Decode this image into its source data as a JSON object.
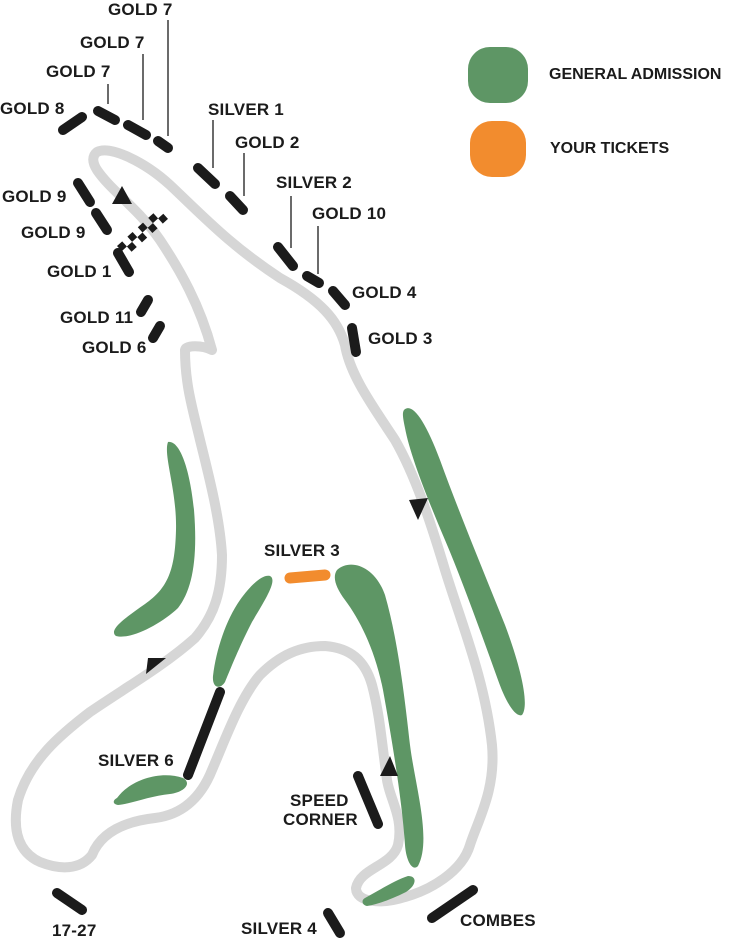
{
  "legend": {
    "general_admission": {
      "label": "GENERAL ADMISSION",
      "color": "#5e9665"
    },
    "your_tickets": {
      "label": "YOUR TICKETS",
      "color": "#f28c2e"
    }
  },
  "colors": {
    "track": "#d6d6d6",
    "stand": "#1b1b1b",
    "arrow": "#1b1b1b"
  },
  "labels": {
    "gold7_top": "GOLD 7",
    "gold7_mid": "GOLD 7",
    "gold7_low": "GOLD 7",
    "gold8": "GOLD 8",
    "silver1": "SILVER 1",
    "gold2": "GOLD 2",
    "silver2": "SILVER 2",
    "gold10": "GOLD 10",
    "gold9_a": "GOLD 9",
    "gold9_b": "GOLD 9",
    "gold1": "GOLD 1",
    "gold4": "GOLD 4",
    "gold3": "GOLD 3",
    "gold11": "GOLD 11",
    "gold6": "GOLD 6",
    "silver3": "SILVER 3",
    "silver6": "SILVER 6",
    "speed_corner_1": "SPEED",
    "speed_corner_2": "CORNER",
    "stands_17_27": "17-27",
    "silver4": "SILVER 4",
    "combes": "COMBES"
  }
}
